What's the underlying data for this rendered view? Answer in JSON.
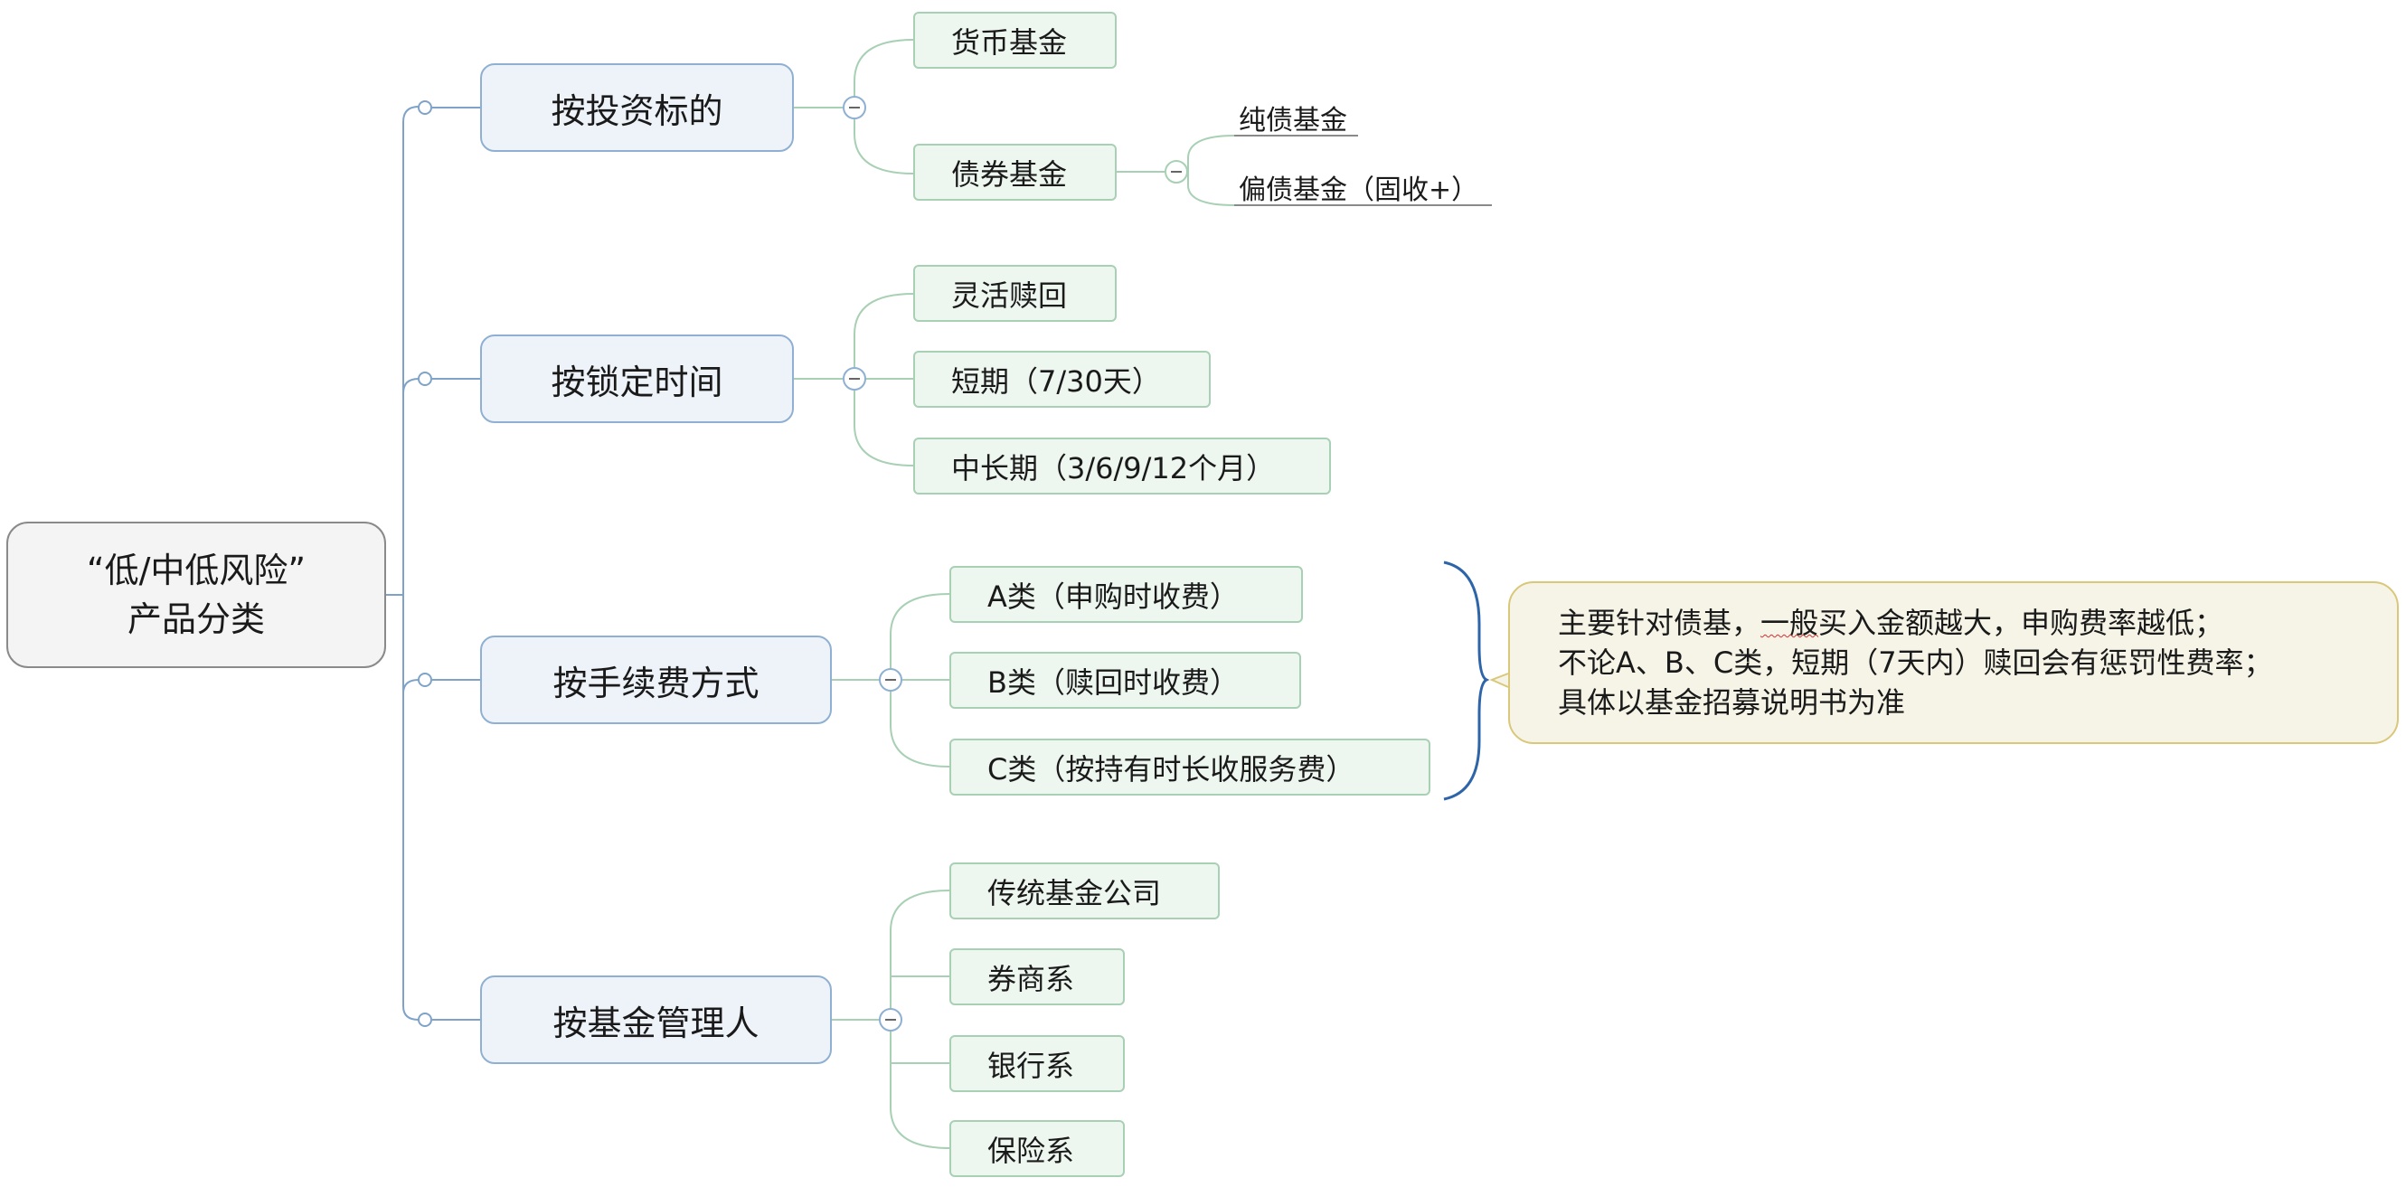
{
  "root": {
    "line1": "“低/中低风险”",
    "line2": "产品分类"
  },
  "branches": [
    {
      "label": "按投资标的",
      "children": [
        {
          "label": "货币基金"
        },
        {
          "label": "债券基金",
          "children": [
            {
              "label": "纯债基金"
            },
            {
              "label": "偏债基金（固收+）"
            }
          ]
        }
      ]
    },
    {
      "label": "按锁定时间",
      "children": [
        {
          "label": "灵活赎回"
        },
        {
          "label": "短期（7/30天）"
        },
        {
          "label": "中长期（3/6/9/12个月）"
        }
      ]
    },
    {
      "label": "按手续费方式",
      "children": [
        {
          "label": "A类（申购时收费）"
        },
        {
          "label": "B类（赎回时收费）"
        },
        {
          "label": "C类（按持有时长收服务费）"
        }
      ]
    },
    {
      "label": "按基金管理人",
      "children": [
        {
          "label": "传统基金公司"
        },
        {
          "label": "券商系"
        },
        {
          "label": "银行系"
        },
        {
          "label": "保险系"
        }
      ]
    }
  ],
  "note": {
    "line1_a": "主要针对债基，",
    "line1_b": "一般",
    "line1_c": "买入金额越大，申购费率越低；",
    "line2": "不论A、B、C类，短期（7天内）赎回会有惩罚性费率；",
    "line3": "具体以基金招募说明书为准"
  },
  "colors": {
    "main_line": "#7fa3c8",
    "sub_line": "#a8d0b4",
    "brace": "#2e64a8",
    "leaf_underline": "#8a8a8a"
  }
}
